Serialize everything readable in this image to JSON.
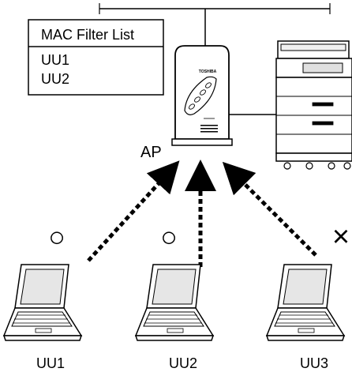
{
  "mac_filter": {
    "title": "MAC Filter List",
    "entries": [
      "UU1",
      "UU2"
    ]
  },
  "access_point": {
    "label": "AP",
    "brand": "TOSHIBA"
  },
  "clients": [
    {
      "name": "UU1",
      "status_symbol": "○",
      "allowed": true
    },
    {
      "name": "UU2",
      "status_symbol": "○",
      "allowed": true
    },
    {
      "name": "UU3",
      "status_symbol": "×",
      "allowed": false
    }
  ],
  "colors": {
    "line": "#000000",
    "device_fill": "#ffffff",
    "screen": "#dcdcdc"
  }
}
